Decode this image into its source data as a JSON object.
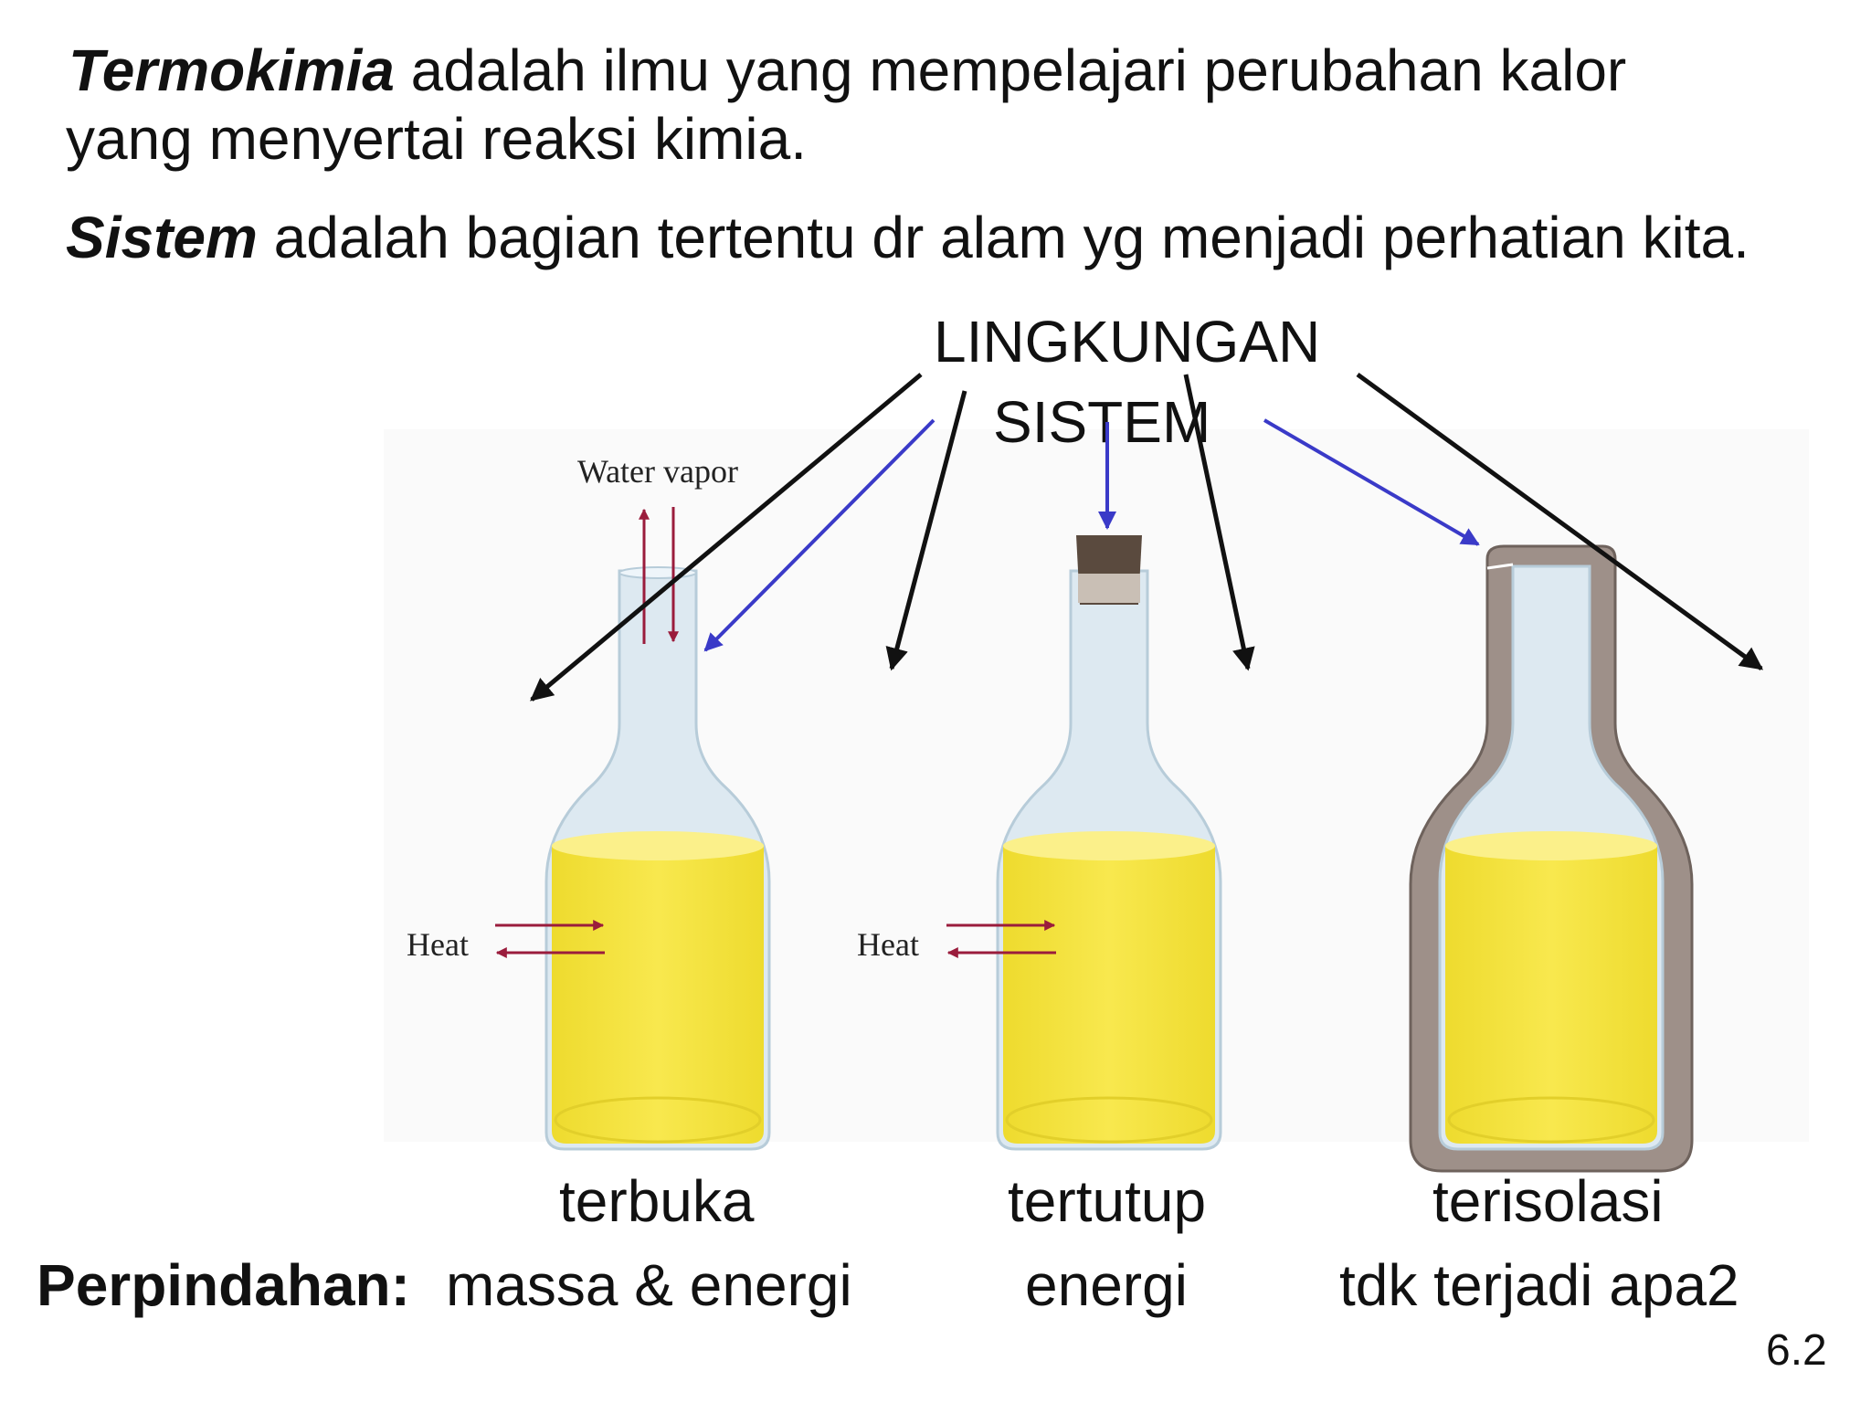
{
  "intro": {
    "line1_term": "Termokimia",
    "line1_rest": " adalah ilmu yang mempelajari perubahan kalor",
    "line2": "yang menyertai reaksi kimia.",
    "line3_term": "Sistem",
    "line3_rest": " adalah bagian tertentu dr alam yg menjadi perhatian kita."
  },
  "diagram": {
    "lingkungan": "LINGKUNGAN",
    "sistem": "SISTEM",
    "water_vapor": "Water vapor",
    "heat": "Heat"
  },
  "labels": {
    "open": "terbuka",
    "closed": "tertutup",
    "isolated": "terisolasi"
  },
  "transfer": {
    "label": "Perpindahan:",
    "open": "massa & energi",
    "closed": "energi",
    "isolated": "tdk terjadi apa2"
  },
  "page_number": "6.2",
  "colors": {
    "liquid": "#f5e34a",
    "glass": "#dde9f1",
    "arrow_black": "#111111",
    "arrow_blue": "#3a3ac8",
    "arrow_red": "#9a1c3c",
    "cork": "#5a4a3e",
    "insulation": "#9e9089"
  }
}
